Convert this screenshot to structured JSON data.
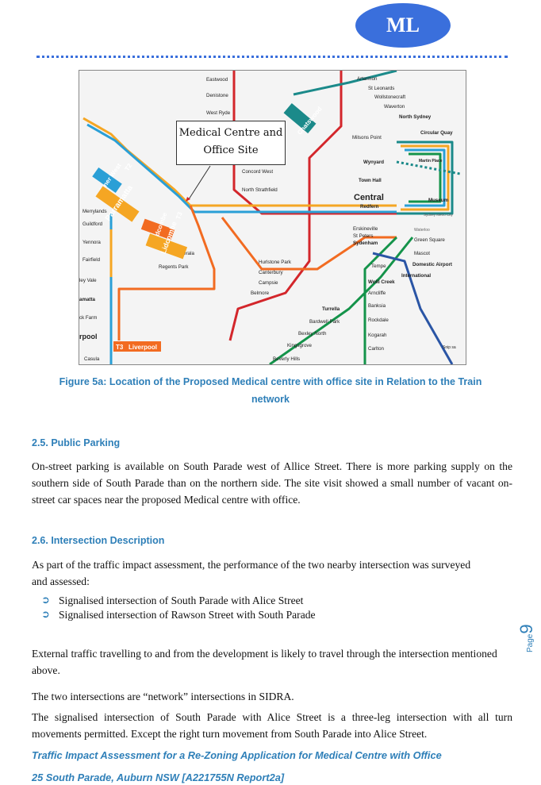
{
  "header": {
    "logo_text": "ML"
  },
  "map": {
    "callout": {
      "line1": "Medical Centre and",
      "line2": "Office  Site"
    },
    "stations": {
      "eastwood": "Eastwood",
      "denistone": "Denistone",
      "west_ryde": "West Ryde",
      "artarmon": "Artarmon",
      "st_leonards": "St Leonards",
      "wollstonecraft": "Wollstonecraft",
      "waverton": "Waverton",
      "north_sydney": "North Sydney",
      "circular_quay": "Circular Quay",
      "milsons_point": "Milsons Point",
      "wynyard": "Wynyard",
      "martin_place": "Martin Place",
      "town_hall": "Town Hall",
      "central": "Central",
      "redfern": "Redfern",
      "museum": "Museum",
      "concord_west": "Concord West",
      "north_strathfield": "North Strathfield",
      "merrylands": "Merrylands",
      "guildford": "Guildford",
      "yennora": "Yennora",
      "fairfield": "Fairfield",
      "valley": "ley Vale",
      "matta": "amatta",
      "ck_farm": "ck Farm",
      "rpool": "rpool",
      "casula": "Casula",
      "berala": "Berala",
      "regents_park": "Regents Park",
      "erskineville": "Erskineville",
      "st_peters": "St Peters",
      "sydenham": "Sydenham",
      "green_square": "Green Square",
      "mascot": "Mascot",
      "domestic_airport": "Domestic Airport",
      "international": "International",
      "tempe": "Tempe",
      "wolli_creek": "Wolli Creek",
      "arncliffe": "Arncliffe",
      "banksia": "Banksia",
      "rockdale": "Rockdale",
      "kogarah": "Kogarah",
      "carlton": "Carlton",
      "hurlstone_park": "Hurlstone Park",
      "canterbury": "Canterbury",
      "campsie": "Campsie",
      "belmore": "Belmore",
      "turrella": "Turrella",
      "bardwell_park": "Bardwell Park",
      "bexley_north": "Bexley North",
      "kingsgrove": "Kingsgrove",
      "beverly_hills": "Beverly Hills",
      "waterloo": "Waterloo",
      "sydney_metro": "Sydney Metro City",
      "snip": "Snip sa"
    },
    "line_labels": {
      "chatswood": "Chatswood",
      "inner_west": "Inner West",
      "t2": "T2",
      "parramatta": "Parramatta",
      "lidcombe_t3": "Lidcombe",
      "t3": "T3",
      "lidcombe": "Lidcombe",
      "liverpool_t3": "T3",
      "liverpool": "Liverpool"
    }
  },
  "figure": {
    "caption_line1": "Figure 5a: Location of the Proposed Medical centre with office site in Relation to the Train",
    "caption_line2": "network"
  },
  "section_2_5": {
    "heading": "2.5. Public Parking",
    "body": "On-street parking is available on South Parade west of Allice Street. There is more parking supply on the southern side of South Parade than on the northern side. The site visit showed a small number of vacant on-street car spaces near the proposed Medical centre with office."
  },
  "section_2_6": {
    "heading": "2.6. Intersection Description",
    "intro": "As part of the traffic impact assessment, the performance of the two nearby intersection was surveyed and assessed:",
    "bullets": [
      "Signalised intersection of South Parade with Alice Street",
      "Signalised intersection of Rawson Street with South Parade"
    ],
    "para_external": "External traffic travelling to and from the development is likely to travel through the intersection mentioned above.",
    "para_network": "The two intersections are “network” intersections in SIDRA.",
    "para_signalised": "The signalised intersection of South Parade with Alice Street  is a three-leg intersection with all turn movements permitted. Except the right turn movement from South Parade into Alice Street."
  },
  "page": {
    "label": "Page",
    "number": "9"
  },
  "footer": {
    "line1": "Traffic Impact Assessment for a Re-Zoning Application for Medical Centre with Office",
    "line2": "25 South Parade, Auburn NSW [A221755N Report2a]"
  },
  "colors": {
    "accent": "#2e7fb8",
    "logo": "#3a6fdc",
    "t1": "#f5a623",
    "t2": "#2a9fd6",
    "t3": "#f26b21",
    "t4": "#2a55a5",
    "t8": "#14934a",
    "t7": "#d3262b",
    "metro": "#1b8a8a"
  }
}
